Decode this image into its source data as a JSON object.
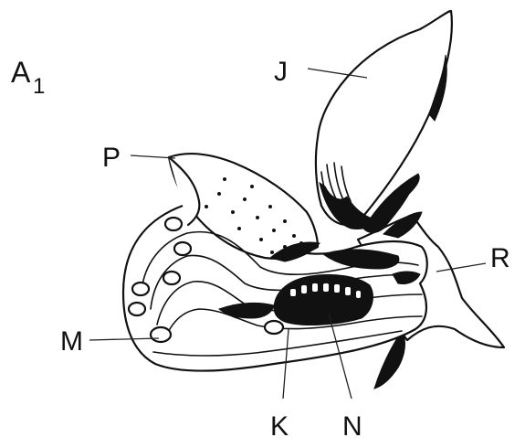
{
  "figure": {
    "panel_label": {
      "letter": "A",
      "subscript": "1"
    },
    "labels": {
      "J": "J",
      "P": "P",
      "R": "R",
      "M": "M",
      "K": "K",
      "N": "N"
    }
  }
}
